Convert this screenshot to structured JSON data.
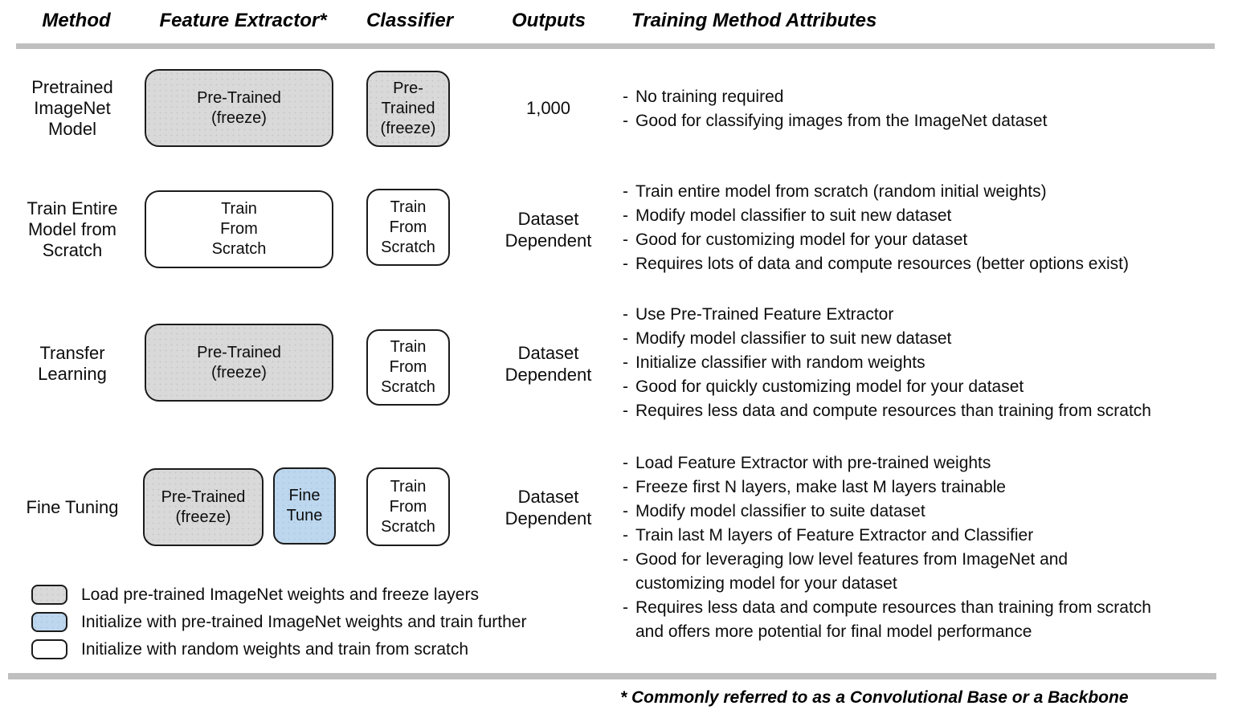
{
  "bullet_marker": "-",
  "header": {
    "columns": [
      "Method",
      "Feature Extractor*",
      "Classifier",
      "Outputs",
      "Training Method Attributes"
    ]
  },
  "rows": [
    {
      "method": "Pretrained\nImageNet\nModel",
      "feature_extractor": [
        {
          "label": "Pre-Trained\n(freeze)",
          "fill": "frozen"
        }
      ],
      "classifier": {
        "label": "Pre-Trained\n(freeze)",
        "fill": "frozen"
      },
      "outputs": "1,000",
      "attributes": [
        "No training required",
        "Good for classifying images from the ImageNet dataset"
      ]
    },
    {
      "method": "Train Entire\nModel from\nScratch",
      "feature_extractor": [
        {
          "label": "Train\nFrom\nScratch",
          "fill": "random"
        }
      ],
      "classifier": {
        "label": "Train\nFrom\nScratch",
        "fill": "random"
      },
      "outputs": "Dataset\nDependent",
      "attributes": [
        "Train entire model from scratch (random initial weights)",
        "Modify model classifier to suit new dataset",
        "Good for customizing model for your dataset",
        "Requires lots of data and compute resources (better options exist)"
      ]
    },
    {
      "method": "Transfer\nLearning",
      "feature_extractor": [
        {
          "label": "Pre-Trained\n(freeze)",
          "fill": "frozen"
        }
      ],
      "classifier": {
        "label": "Train\nFrom\nScratch",
        "fill": "random"
      },
      "outputs": "Dataset\nDependent",
      "attributes": [
        "Use Pre-Trained Feature Extractor",
        "Modify model classifier to suit new dataset",
        "Initialize classifier with random weights",
        "Good for quickly customizing model for your dataset",
        "Requires less data and compute resources than training from scratch"
      ]
    },
    {
      "method": "Fine Tuning",
      "feature_extractor": [
        {
          "label": "Pre-Trained\n(freeze)",
          "fill": "frozen"
        },
        {
          "label": "Fine\nTune",
          "fill": "fine-tune"
        }
      ],
      "classifier": {
        "label": "Train\nFrom\nScratch",
        "fill": "random"
      },
      "outputs": "Dataset\nDependent",
      "attributes": [
        "Load Feature Extractor with pre-trained weights",
        "Freeze first N layers, make last M layers trainable",
        "Modify model classifier to suite dataset",
        "Train last M layers of Feature Extractor and Classifier",
        "Good for leveraging low level features from ImageNet and\ncustomizing model for your dataset",
        "Requires less data and compute resources than training from scratch\nand offers more potential for final model performance"
      ]
    }
  ],
  "legend": {
    "items": [
      {
        "swatch": "frozen",
        "label": "Load pre-trained ImageNet weights and freeze layers"
      },
      {
        "swatch": "fine-tune",
        "label": "Initialize with pre-trained ImageNet weights and train further"
      },
      {
        "swatch": "random",
        "label": "Initialize with random weights and train from scratch"
      }
    ]
  },
  "footnote": "* Commonly referred to as a Convolutional Base or a Backbone",
  "colors": {
    "frozen_fill": "#d9d9d9",
    "fine_tune_fill": "#bdd7ee",
    "random_fill": "#ffffff",
    "divider": "#bfbfbf",
    "border": "#1b1b1b"
  }
}
